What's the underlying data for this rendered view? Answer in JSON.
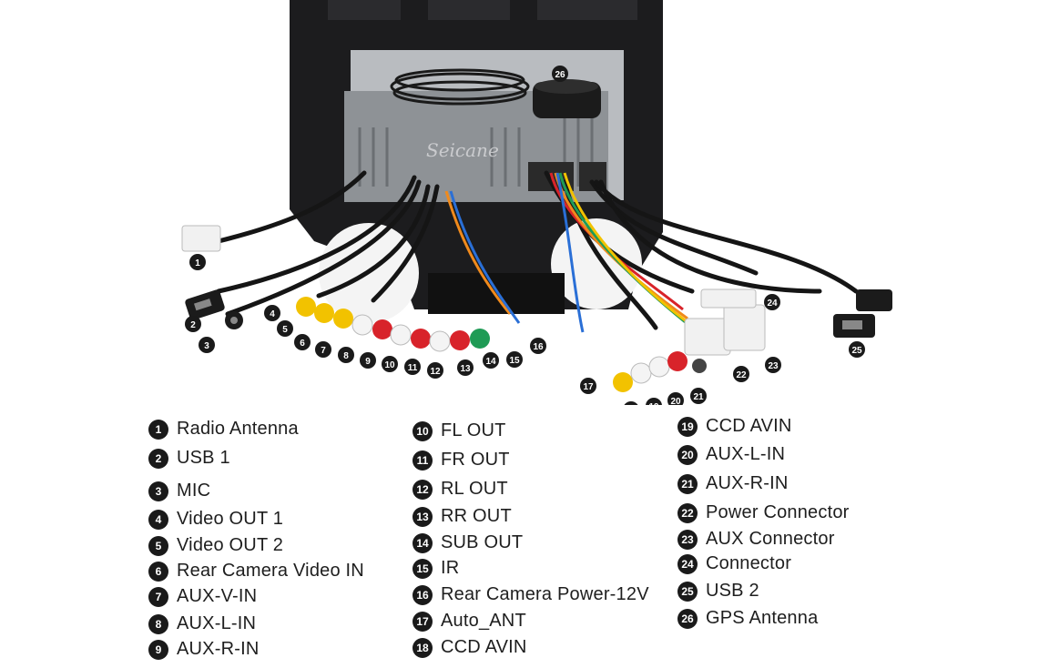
{
  "diagram": {
    "brand_watermark": "Seicane",
    "callouts": [
      {
        "num": "1",
        "label": "Radio Antenna"
      },
      {
        "num": "2",
        "label": "USB 1"
      },
      {
        "num": "3",
        "label": "MIC"
      },
      {
        "num": "4",
        "label": "Video OUT 1"
      },
      {
        "num": "5",
        "label": "Video OUT 2"
      },
      {
        "num": "6",
        "label": "Rear Camera Video IN"
      },
      {
        "num": "7",
        "label": "AUX-V-IN"
      },
      {
        "num": "8",
        "label": "AUX-L-IN"
      },
      {
        "num": "9",
        "label": "AUX-R-IN"
      },
      {
        "num": "10",
        "label": "FL OUT"
      },
      {
        "num": "11",
        "label": "FR OUT"
      },
      {
        "num": "12",
        "label": "RL OUT"
      },
      {
        "num": "13",
        "label": "RR OUT"
      },
      {
        "num": "14",
        "label": "SUB OUT"
      },
      {
        "num": "15",
        "label": "IR"
      },
      {
        "num": "16",
        "label": "Rear Camera Power-12V"
      },
      {
        "num": "17",
        "label": "Auto_ANT"
      },
      {
        "num": "18",
        "label": "CCD AVIN"
      },
      {
        "num": "19",
        "label": "CCD AVIN"
      },
      {
        "num": "20",
        "label": "AUX-L-IN"
      },
      {
        "num": "21",
        "label": "AUX-R-IN"
      },
      {
        "num": "22",
        "label": "Power Connector"
      },
      {
        "num": "23",
        "label": "AUX Connector"
      },
      {
        "num": "24",
        "label": "Connector"
      },
      {
        "num": "25",
        "label": "USB 2"
      },
      {
        "num": "26",
        "label": "GPS Antenna"
      }
    ]
  },
  "colors": {
    "badge": "#1a1a1a",
    "rca_yellow": "#f2c200",
    "rca_white": "#f4f4f4",
    "rca_red": "#d8232a",
    "rca_green": "#1f9b55",
    "cable_black": "#151515",
    "wire_blue": "#2a6fd6",
    "wire_orange": "#f08a1c"
  }
}
